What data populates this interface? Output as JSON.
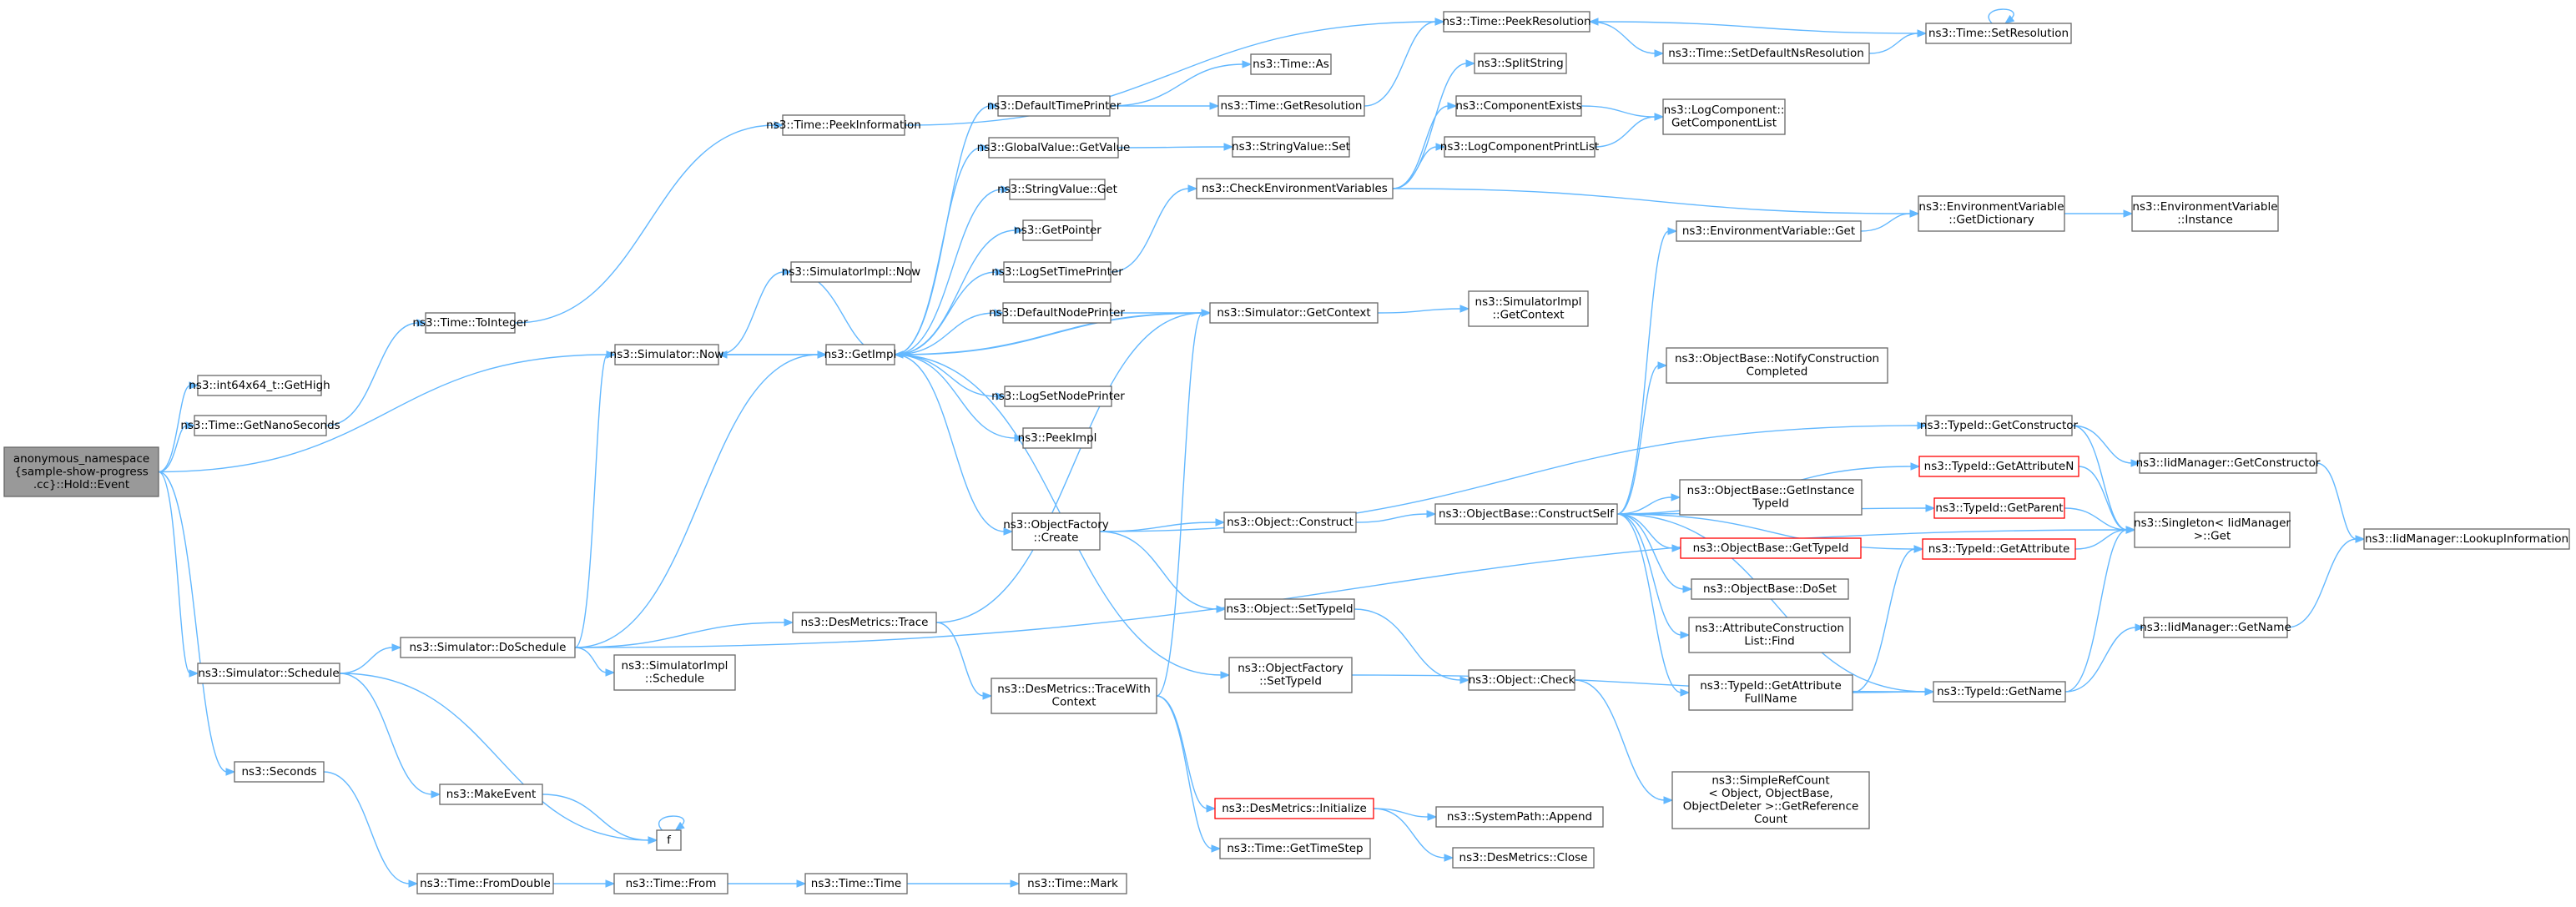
{
  "graph": {
    "style": {
      "edge_color": "#63b8ff",
      "node_border": "#666666",
      "root_fill": "#999999",
      "error_border": "#ff0000"
    },
    "nodes": [
      {
        "id": "root",
        "lines": [
          "anonymous_namespace",
          "{sample-show-progress",
          ".cc}::Hold::Event"
        ],
        "root": true
      },
      {
        "id": "getHigh",
        "lines": [
          "ns3::int64x64_t::GetHigh"
        ]
      },
      {
        "id": "getNanoSeconds",
        "lines": [
          "ns3::Time::GetNanoSeconds"
        ]
      },
      {
        "id": "timeToInteger",
        "lines": [
          "ns3::Time::ToInteger"
        ]
      },
      {
        "id": "peekInformation",
        "lines": [
          "ns3::Time::PeekInformation"
        ]
      },
      {
        "id": "simNow",
        "lines": [
          "ns3::Simulator::Now"
        ]
      },
      {
        "id": "simImplNow",
        "lines": [
          "ns3::SimulatorImpl::Now"
        ]
      },
      {
        "id": "getImpl",
        "lines": [
          "ns3::GetImpl"
        ]
      },
      {
        "id": "defaultTimePrinter",
        "lines": [
          "ns3::DefaultTimePrinter"
        ]
      },
      {
        "id": "globalValueGetValue",
        "lines": [
          "ns3::GlobalValue::GetValue"
        ]
      },
      {
        "id": "stringValueGet",
        "lines": [
          "ns3::StringValue::Get"
        ]
      },
      {
        "id": "getPointer",
        "lines": [
          "ns3::GetPointer"
        ]
      },
      {
        "id": "logSetTimePrinter",
        "lines": [
          "ns3::LogSetTimePrinter"
        ]
      },
      {
        "id": "defaultNodePrinter",
        "lines": [
          "ns3::DefaultNodePrinter"
        ]
      },
      {
        "id": "logSetNodePrinter",
        "lines": [
          "ns3::LogSetNodePrinter"
        ]
      },
      {
        "id": "peekImpl",
        "lines": [
          "ns3::PeekImpl"
        ]
      },
      {
        "id": "objFactoryCreate",
        "lines": [
          "ns3::ObjectFactory",
          "::Create"
        ]
      },
      {
        "id": "timeAs",
        "lines": [
          "ns3::Time::As"
        ]
      },
      {
        "id": "timeGetResolution",
        "lines": [
          "ns3::Time::GetResolution"
        ]
      },
      {
        "id": "stringValueSet",
        "lines": [
          "ns3::StringValue::Set"
        ]
      },
      {
        "id": "checkEnvVars",
        "lines": [
          "ns3::CheckEnvironmentVariables"
        ]
      },
      {
        "id": "simGetContext",
        "lines": [
          "ns3::Simulator::GetContext"
        ]
      },
      {
        "id": "simImplGetContext",
        "lines": [
          "ns3::SimulatorImpl",
          "::GetContext"
        ]
      },
      {
        "id": "peekResolution",
        "lines": [
          "ns3::Time::PeekResolution"
        ]
      },
      {
        "id": "setDefaultNsRes",
        "lines": [
          "ns3::Time::SetDefaultNsResolution"
        ]
      },
      {
        "id": "setResolution",
        "lines": [
          "ns3::Time::SetResolution"
        ]
      },
      {
        "id": "splitString",
        "lines": [
          "ns3::SplitString"
        ]
      },
      {
        "id": "componentExists",
        "lines": [
          "ns3::ComponentExists"
        ]
      },
      {
        "id": "logComponentPrintList",
        "lines": [
          "ns3::LogComponentPrintList"
        ]
      },
      {
        "id": "logGetComponentList",
        "lines": [
          "ns3::LogComponent::",
          "GetComponentList"
        ]
      },
      {
        "id": "envVarGetDict",
        "lines": [
          "ns3::EnvironmentVariable",
          "::GetDictionary"
        ]
      },
      {
        "id": "envVarInstance",
        "lines": [
          "ns3::EnvironmentVariable",
          "::Instance"
        ]
      },
      {
        "id": "envVarGet",
        "lines": [
          "ns3::EnvironmentVariable::Get"
        ]
      },
      {
        "id": "objConstruct",
        "lines": [
          "ns3::Object::Construct"
        ]
      },
      {
        "id": "objSetTypeId",
        "lines": [
          "ns3::Object::SetTypeId"
        ]
      },
      {
        "id": "objFactorySetTypeId",
        "lines": [
          "ns3::ObjectFactory",
          "::SetTypeId"
        ]
      },
      {
        "id": "objCheck",
        "lines": [
          "ns3::Object::Check"
        ]
      },
      {
        "id": "constructSelf",
        "lines": [
          "ns3::ObjectBase::ConstructSelf"
        ]
      },
      {
        "id": "notifyConstruction",
        "lines": [
          "ns3::ObjectBase::NotifyConstruction",
          "Completed"
        ]
      },
      {
        "id": "getInstanceTypeId",
        "lines": [
          "ns3::ObjectBase::GetInstance",
          "TypeId"
        ]
      },
      {
        "id": "objBaseGetTypeId",
        "lines": [
          "ns3::ObjectBase::GetTypeId"
        ],
        "error": true
      },
      {
        "id": "objBaseDoSet",
        "lines": [
          "ns3::ObjectBase::DoSet"
        ]
      },
      {
        "id": "attrConstructionFind",
        "lines": [
          "ns3::AttributeConstruction",
          "List::Find"
        ]
      },
      {
        "id": "typeIdGetAttrFullName",
        "lines": [
          "ns3::TypeId::GetAttribute",
          "FullName"
        ]
      },
      {
        "id": "simpleRefCount",
        "lines": [
          "ns3::SimpleRefCount",
          "< Object, ObjectBase,",
          "ObjectDeleter >::GetReference",
          "Count"
        ]
      },
      {
        "id": "typeIdGetConstructor",
        "lines": [
          "ns3::TypeId::GetConstructor"
        ]
      },
      {
        "id": "typeIdGetAttributeN",
        "lines": [
          "ns3::TypeId::GetAttributeN"
        ],
        "error": true
      },
      {
        "id": "typeIdGetParent",
        "lines": [
          "ns3::TypeId::GetParent"
        ],
        "error": true
      },
      {
        "id": "typeIdGetAttribute",
        "lines": [
          "ns3::TypeId::GetAttribute"
        ],
        "error": true
      },
      {
        "id": "typeIdGetName",
        "lines": [
          "ns3::TypeId::GetName"
        ]
      },
      {
        "id": "iidGetConstructor",
        "lines": [
          "ns3::IidManager::GetConstructor"
        ]
      },
      {
        "id": "singletonGet",
        "lines": [
          "ns3::Singleton< IidManager",
          ">::Get"
        ]
      },
      {
        "id": "iidGetName",
        "lines": [
          "ns3::IidManager::GetName"
        ]
      },
      {
        "id": "iidLookupInfo",
        "lines": [
          "ns3::IidManager::LookupInformation"
        ]
      },
      {
        "id": "simSchedule",
        "lines": [
          "ns3::Simulator::Schedule"
        ]
      },
      {
        "id": "simDoSchedule",
        "lines": [
          "ns3::Simulator::DoSchedule"
        ]
      },
      {
        "id": "simImplSchedule",
        "lines": [
          "ns3::SimulatorImpl",
          "::Schedule"
        ]
      },
      {
        "id": "desMetricsTrace",
        "lines": [
          "ns3::DesMetrics::Trace"
        ]
      },
      {
        "id": "desMetricsTraceWithContext",
        "lines": [
          "ns3::DesMetrics::TraceWith",
          "Context"
        ]
      },
      {
        "id": "desMetricsInitialize",
        "lines": [
          "ns3::DesMetrics::Initialize"
        ],
        "error": true
      },
      {
        "id": "systemPathAppend",
        "lines": [
          "ns3::SystemPath::Append"
        ]
      },
      {
        "id": "desMetricsClose",
        "lines": [
          "ns3::DesMetrics::Close"
        ]
      },
      {
        "id": "timeGetTimeStep",
        "lines": [
          "ns3::Time::GetTimeStep"
        ]
      },
      {
        "id": "makeEvent",
        "lines": [
          "ns3::MakeEvent"
        ]
      },
      {
        "id": "fFunc",
        "lines": [
          "f"
        ]
      },
      {
        "id": "seconds",
        "lines": [
          "ns3::Seconds"
        ]
      },
      {
        "id": "timeFromDouble",
        "lines": [
          "ns3::Time::FromDouble"
        ]
      },
      {
        "id": "timeFrom",
        "lines": [
          "ns3::Time::From"
        ]
      },
      {
        "id": "timeTime",
        "lines": [
          "ns3::Time::Time"
        ]
      },
      {
        "id": "timeMark",
        "lines": [
          "ns3::Time::Mark"
        ]
      }
    ],
    "edges": [
      [
        "root",
        "getHigh"
      ],
      [
        "root",
        "getNanoSeconds"
      ],
      [
        "root",
        "simNow"
      ],
      [
        "root",
        "simSchedule"
      ],
      [
        "root",
        "seconds"
      ],
      [
        "getNanoSeconds",
        "timeToInteger"
      ],
      [
        "timeToInteger",
        "peekInformation"
      ],
      [
        "peekInformation",
        "peekResolution"
      ],
      [
        "simNow",
        "simImplNow"
      ],
      [
        "simNow",
        "getImpl"
      ],
      [
        "simImplNow",
        "getImpl"
      ],
      [
        "getImpl",
        "defaultTimePrinter"
      ],
      [
        "getImpl",
        "globalValueGetValue"
      ],
      [
        "getImpl",
        "stringValueGet"
      ],
      [
        "getImpl",
        "getPointer"
      ],
      [
        "getImpl",
        "logSetTimePrinter"
      ],
      [
        "getImpl",
        "defaultNodePrinter"
      ],
      [
        "getImpl",
        "simGetContext"
      ],
      [
        "getImpl",
        "logSetNodePrinter"
      ],
      [
        "getImpl",
        "peekImpl"
      ],
      [
        "getImpl",
        "objFactoryCreate"
      ],
      [
        "getImpl",
        "objFactorySetTypeId"
      ],
      [
        "getImpl",
        "simNow"
      ],
      [
        "defaultTimePrinter",
        "timeAs"
      ],
      [
        "defaultTimePrinter",
        "timeGetResolution"
      ],
      [
        "timeGetResolution",
        "peekResolution"
      ],
      [
        "globalValueGetValue",
        "stringValueSet"
      ],
      [
        "logSetTimePrinter",
        "checkEnvVars"
      ],
      [
        "defaultNodePrinter",
        "simGetContext"
      ],
      [
        "simGetContext",
        "simImplGetContext"
      ],
      [
        "simGetContext",
        "getImpl"
      ],
      [
        "checkEnvVars",
        "splitString"
      ],
      [
        "checkEnvVars",
        "componentExists"
      ],
      [
        "checkEnvVars",
        "logComponentPrintList"
      ],
      [
        "checkEnvVars",
        "envVarGetDict"
      ],
      [
        "componentExists",
        "logGetComponentList"
      ],
      [
        "logComponentPrintList",
        "logGetComponentList"
      ],
      [
        "envVarGetDict",
        "envVarInstance"
      ],
      [
        "envVarGet",
        "envVarGetDict"
      ],
      [
        "peekResolution",
        "setDefaultNsRes"
      ],
      [
        "setDefaultNsRes",
        "setResolution"
      ],
      [
        "setResolution",
        "peekResolution"
      ],
      [
        "setResolution",
        "setResolution"
      ],
      [
        "objFactoryCreate",
        "objConstruct"
      ],
      [
        "objFactoryCreate",
        "objSetTypeId"
      ],
      [
        "objFactoryCreate",
        "typeIdGetConstructor"
      ],
      [
        "objConstruct",
        "constructSelf"
      ],
      [
        "objSetTypeId",
        "objCheck"
      ],
      [
        "objCheck",
        "simpleRefCount"
      ],
      [
        "objFactorySetTypeId",
        "typeIdGetName"
      ],
      [
        "constructSelf",
        "envVarGet"
      ],
      [
        "constructSelf",
        "notifyConstruction"
      ],
      [
        "constructSelf",
        "getInstanceTypeId"
      ],
      [
        "constructSelf",
        "objBaseGetTypeId"
      ],
      [
        "constructSelf",
        "objBaseDoSet"
      ],
      [
        "constructSelf",
        "attrConstructionFind"
      ],
      [
        "constructSelf",
        "typeIdGetAttrFullName"
      ],
      [
        "constructSelf",
        "typeIdGetAttributeN"
      ],
      [
        "constructSelf",
        "typeIdGetParent"
      ],
      [
        "constructSelf",
        "typeIdGetAttribute"
      ],
      [
        "constructSelf",
        "typeIdGetName"
      ],
      [
        "typeIdGetAttrFullName",
        "typeIdGetAttribute"
      ],
      [
        "typeIdGetAttrFullName",
        "typeIdGetName"
      ],
      [
        "typeIdGetConstructor",
        "iidGetConstructor"
      ],
      [
        "typeIdGetConstructor",
        "singletonGet"
      ],
      [
        "typeIdGetAttributeN",
        "singletonGet"
      ],
      [
        "typeIdGetParent",
        "singletonGet"
      ],
      [
        "typeIdGetAttribute",
        "singletonGet"
      ],
      [
        "typeIdGetName",
        "iidGetName"
      ],
      [
        "typeIdGetName",
        "singletonGet"
      ],
      [
        "iidGetConstructor",
        "iidLookupInfo"
      ],
      [
        "iidGetName",
        "iidLookupInfo"
      ],
      [
        "simSchedule",
        "simDoSchedule"
      ],
      [
        "simSchedule",
        "makeEvent"
      ],
      [
        "simSchedule",
        "fFunc"
      ],
      [
        "simDoSchedule",
        "simNow"
      ],
      [
        "simDoSchedule",
        "getImpl"
      ],
      [
        "simDoSchedule",
        "simImplSchedule"
      ],
      [
        "simDoSchedule",
        "desMetricsTrace"
      ],
      [
        "simDoSchedule",
        "singletonGet"
      ],
      [
        "desMetricsTrace",
        "simGetContext"
      ],
      [
        "desMetricsTrace",
        "desMetricsTraceWithContext"
      ],
      [
        "desMetricsTraceWithContext",
        "simGetContext"
      ],
      [
        "desMetricsTraceWithContext",
        "desMetricsInitialize"
      ],
      [
        "desMetricsTraceWithContext",
        "timeGetTimeStep"
      ],
      [
        "desMetricsInitialize",
        "systemPathAppend"
      ],
      [
        "desMetricsInitialize",
        "desMetricsClose"
      ],
      [
        "makeEvent",
        "fFunc"
      ],
      [
        "fFunc",
        "fFunc"
      ],
      [
        "seconds",
        "timeFromDouble"
      ],
      [
        "timeFromDouble",
        "timeFrom"
      ],
      [
        "timeFrom",
        "timeTime"
      ],
      [
        "timeTime",
        "timeMark"
      ]
    ]
  }
}
